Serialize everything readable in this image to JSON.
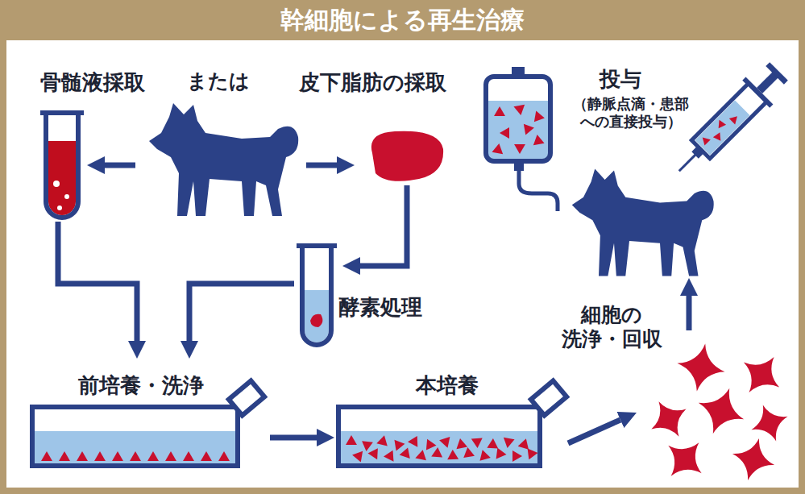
{
  "diagram": {
    "title": "幹細胞による再生治療",
    "nodes": [
      {
        "text": [
          "骨髄液採取"
        ]
      },
      {
        "text": [
          "皮下脂肪の採取"
        ]
      },
      {
        "text": [
          "酵素処理"
        ]
      },
      {
        "text": [
          "前培養・洗浄"
        ]
      },
      {
        "text": [
          "本培養"
        ]
      },
      {
        "text": [
          "細胞の 洗浄・回収"
        ]
      },
      {
        "text": [
          "投与",
          "（静脈点滴・患部 への直接投与）"
        ]
      }
    ],
    "edges": [
      {
        "from": 0,
        "to": 3,
        "arrow": "to"
      },
      {
        "from": 1,
        "to": 2,
        "arrow": "to"
      },
      {
        "from": 2,
        "to": 3,
        "arrow": "to"
      },
      {
        "from": 3,
        "to": 4,
        "arrow": "to"
      },
      {
        "from": 4,
        "to": 5,
        "arrow": "to"
      },
      {
        "from": 5,
        "to": 6,
        "arrow": "to"
      }
    ],
    "labels": [
      "または"
    ]
  }
}
